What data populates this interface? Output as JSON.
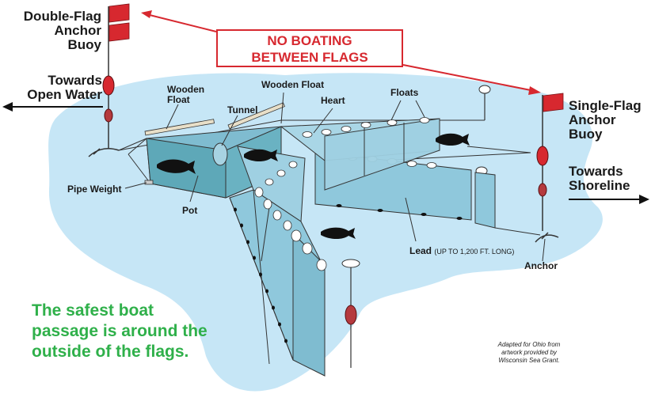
{
  "labels": {
    "double_flag_buoy": [
      "Double-Flag",
      "Anchor",
      "Buoy"
    ],
    "single_flag_buoy": [
      "Single-Flag",
      "Anchor",
      "Buoy"
    ],
    "towards_open_water": [
      "Towards",
      "Open Water"
    ],
    "towards_shoreline": [
      "Towards",
      "Shoreline"
    ],
    "wooden_float_1": [
      "Wooden",
      "Float"
    ],
    "wooden_float_2": "Wooden Float",
    "tunnel": "Tunnel",
    "heart": "Heart",
    "floats": "Floats",
    "pipe_weight": "Pipe Weight",
    "pot": "Pot",
    "lead": "Lead",
    "lead_note": "(UP TO 1,200 FT. LONG)",
    "anchor": "Anchor"
  },
  "warning": [
    "NO BOATING",
    "BETWEEN FLAGS"
  ],
  "safe_passage": [
    "The safest boat",
    "passage is around the",
    "outside of the flags."
  ],
  "credit": [
    "Adapted for Ohio from",
    "artwork provided by",
    "Wisconsin Sea Grant."
  ],
  "colors": {
    "water": "#c6e6f6",
    "net_fill": "#8fc8dc",
    "pot_fill": "#5ea8b8",
    "flag_red": "#d7282f",
    "buoy_red": "#b53a3e",
    "warning_red": "#d7282f",
    "safe_green": "#2fb04a"
  },
  "icons": [
    "flag-icon",
    "buoy-icon",
    "fish-icon",
    "anchor-icon",
    "arrow-left-icon",
    "arrow-right-icon"
  ]
}
